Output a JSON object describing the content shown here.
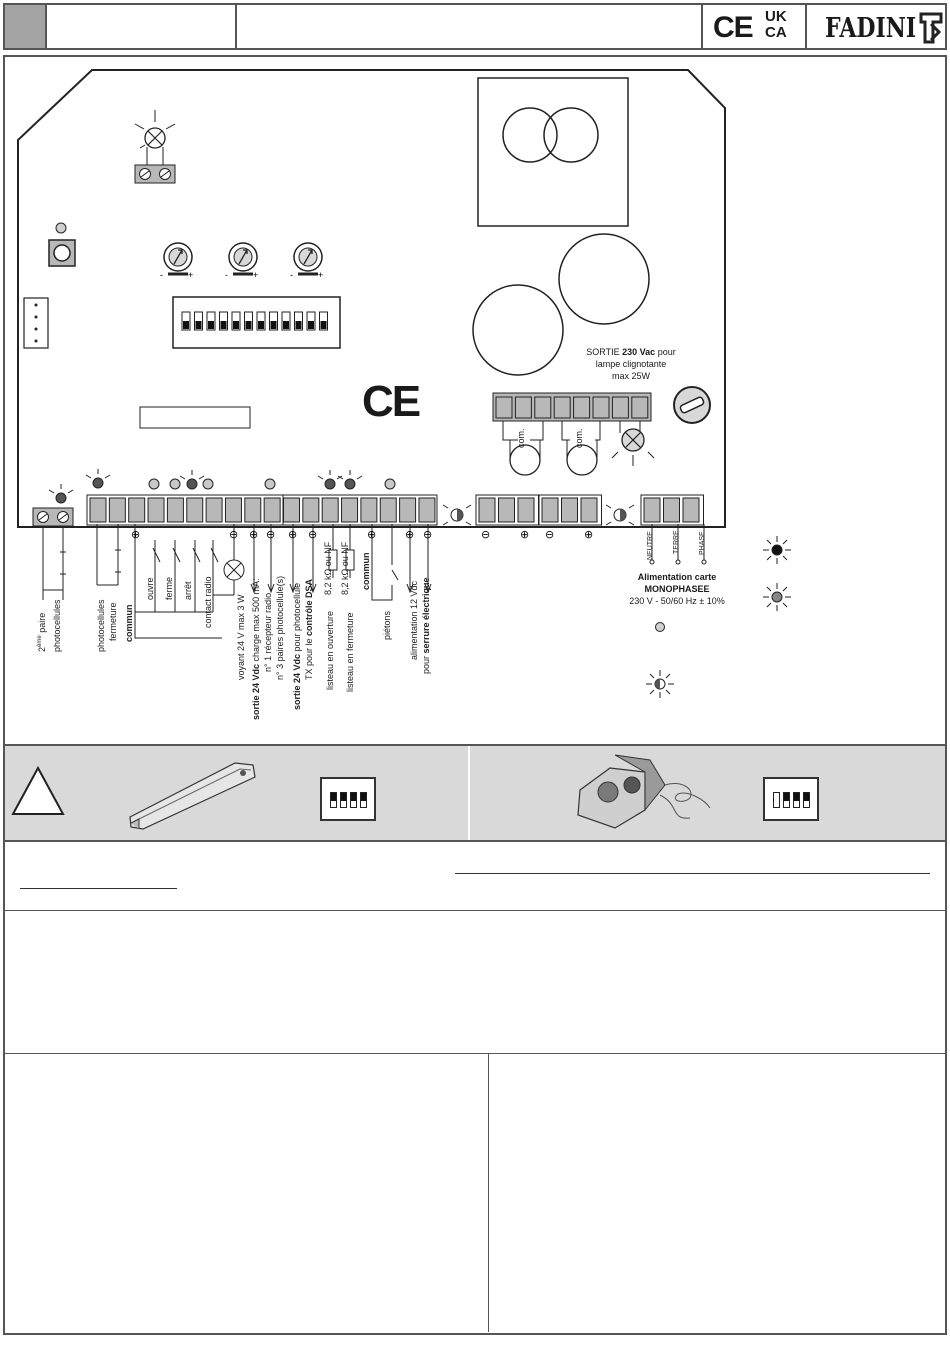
{
  "header": {
    "ce_label": "CE",
    "ukca_top": "UK",
    "ukca_bottom": "CA",
    "brand": "FADINI"
  },
  "board": {
    "ce_mark": "CE",
    "sortie_lamp": {
      "line1_pre": "SORTIE ",
      "line1_bold": "230 Vac",
      "line1_post": " pour",
      "line2": "lampe clignotante",
      "line3": "max 25W"
    },
    "com_left": "com.",
    "com_right": "com.",
    "supply_terminals": [
      "NEUTRE",
      "TERRE",
      "PHASE"
    ],
    "alimentation": {
      "line1": "Alimentation carte",
      "line2": "MONOPHASEE",
      "line3": "230 V - 50/60 Hz ± 10%"
    },
    "signs": {
      "plus": "⊕",
      "minus": "⊖"
    },
    "labels": {
      "photocells2_a": "2",
      "photocells2_sup": "ème",
      "photocells2_b": " paire",
      "photocells2_c": "photocellules",
      "photocells_closing_a": "photocellules",
      "photocells_closing_b": "fermeture",
      "commun1": "commun",
      "ouvre": "ouvre",
      "ferme": "ferme",
      "arret": "arrêt",
      "contact_radio": "contact radio",
      "voyant": "voyant 24 V max 3 W",
      "sortie24_bold": "sortie 24 Vdc",
      "sortie24_rest": " charge max 500 mA:",
      "recepteur": "n° 1 récepteur radio",
      "paires": "n° 3 paires photocellule(s)",
      "sortie24_photo_bold": "sortie 24 Vdc",
      "sortie24_photo_rest": " pour photocellule",
      "tx_pre": "TX pour le ",
      "tx_bold": "contrôle DSA",
      "listeau_ouv": "listeau en ouverture",
      "res1": "8,2 kΩ ou NF",
      "res2": "8,2 kΩ ou NF",
      "listeau_ferm": "listeau en fermeture",
      "commun2": "commun",
      "pietons": "piétons",
      "alim12": "alimentation 12 Vdc",
      "serrure_pre": "pour ",
      "serrure_bold": "serrure électrique"
    }
  },
  "dip_left": [
    true,
    true,
    true,
    true
  ],
  "dip_right": [
    false,
    true,
    true,
    true
  ],
  "colors": {
    "frame": "#555555",
    "band": "#d9d9d9",
    "grey_cell": "#a4a4a4",
    "terminal": "#b8b8b8",
    "led_dark": "#555555",
    "led_light": "#c8c8c8"
  }
}
